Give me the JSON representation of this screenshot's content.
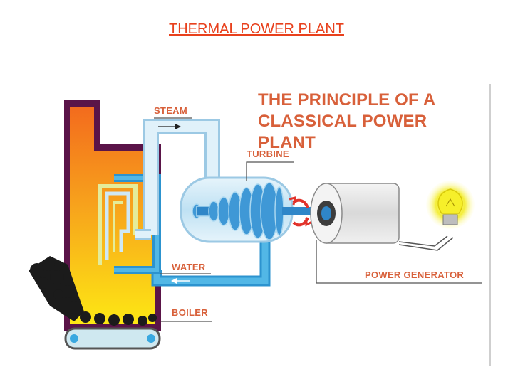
{
  "page": {
    "title": "THERMAL POWER PLANT"
  },
  "diagram": {
    "headline_line1": "THE PRINCIPLE OF A",
    "headline_line2": "CLASSICAL POWER PLANT",
    "labels": {
      "steam": "STEAM",
      "turbine": "TURBINE",
      "water": "WATER",
      "boiler": "BOILER",
      "power_generator": "POWER GENERATOR"
    },
    "colors": {
      "label_text": "#d8603a",
      "title_text": "#e8401c",
      "steam_pipe": "#cfe8f6",
      "water_pipe": "#3aa8e0",
      "boiler_wall": "#5a1448",
      "fire_top": "#f5821e",
      "fire_bottom": "#fde012",
      "coal": "#1a1a1a"
    }
  }
}
